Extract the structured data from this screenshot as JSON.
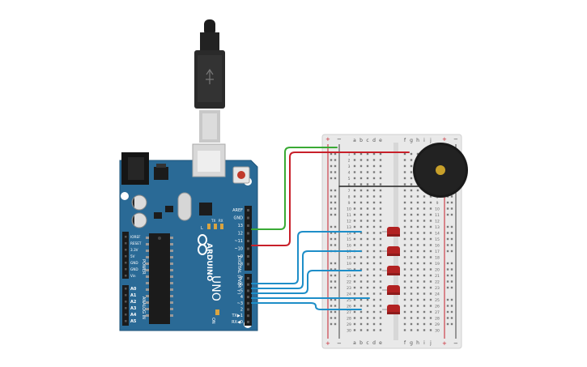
{
  "arduino": {
    "logo": "ARDUINO",
    "model": "UNO",
    "power_header_labels": [
      "IOREF",
      "RESET",
      "3.3V",
      "5V",
      "GND",
      "GND",
      "Vin"
    ],
    "power_title": "POWER",
    "analog_pins": [
      "A0",
      "A1",
      "A2",
      "A3",
      "A4",
      "A5"
    ],
    "analog_title": "ANALOG IN",
    "digital_top_labels": [
      "AREF",
      "GND",
      "13",
      "12",
      "~11",
      "~10",
      "~9",
      "8"
    ],
    "digital_bottom_labels": [
      "7",
      "~6",
      "~5",
      "4",
      "~3",
      "2",
      "TX▶1",
      "RX◀0"
    ],
    "digital_title": "DIGITAL (PWM ~)",
    "led_labels": [
      "L",
      "TX",
      "RX"
    ],
    "on_label": "ON"
  },
  "breadboard": {
    "column_letters_left": [
      "a",
      "b",
      "c",
      "d",
      "e"
    ],
    "column_letters_right": [
      "f",
      "g",
      "h",
      "i",
      "j"
    ],
    "row_numbers": [
      "1",
      "2",
      "3",
      "4",
      "5",
      "6",
      "7",
      "8",
      "9",
      "10",
      "11",
      "12",
      "13",
      "14",
      "15",
      "16",
      "17",
      "18",
      "19",
      "20",
      "21",
      "22",
      "23",
      "24",
      "25",
      "26",
      "27",
      "28",
      "29",
      "30"
    ],
    "rail_plus": "+",
    "rail_minus": "−"
  },
  "components": {
    "leds": 5,
    "led_color": "#b22222",
    "buzzer_color": "#1a1a1a",
    "buzzer_center_color": "#c8a02a"
  },
  "wires": {
    "gnd_color": "#3aaa35",
    "pin12_color": "#c8202a",
    "led_signal_color": "#1e8ec8",
    "buzzer_ground_color": "#222222"
  },
  "colors": {
    "board": "#2a6a96",
    "board_edge": "#1f5479",
    "breadboard": "#e9e9e9"
  }
}
